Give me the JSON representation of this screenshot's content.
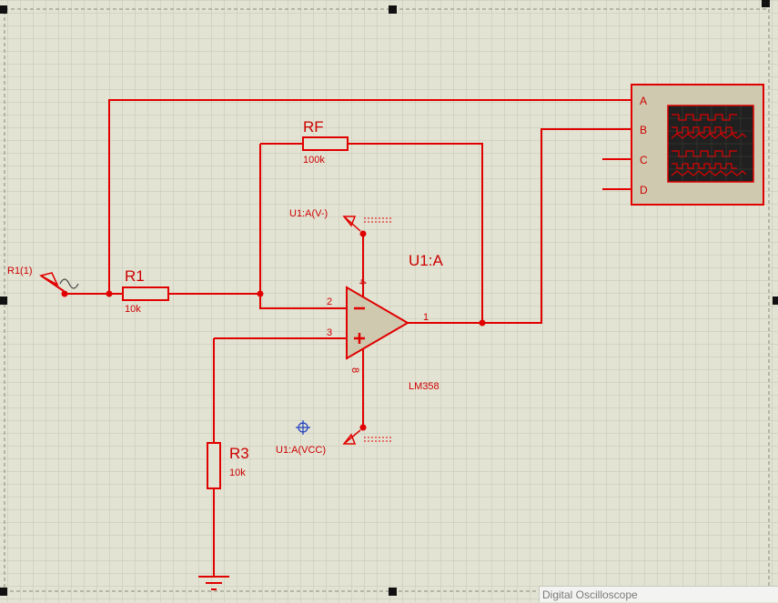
{
  "components": {
    "source": {
      "label": "R1(1)"
    },
    "r1": {
      "name": "R1",
      "value": "10k"
    },
    "rf": {
      "name": "RF",
      "value": "100k"
    },
    "r3": {
      "name": "R3",
      "value": "10k"
    },
    "opamp": {
      "name": "U1:A",
      "part": "LM358",
      "pins": {
        "inv": "2",
        "noninv": "3",
        "out": "1",
        "vminus": "4",
        "vplus": "8"
      }
    },
    "vminus_terminal": {
      "label": "U1:A(V-)"
    },
    "vcc_terminal": {
      "label": "U1:A(VCC)"
    },
    "oscilloscope": {
      "channels": [
        "A",
        "B",
        "C",
        "D"
      ]
    }
  },
  "statusbar": {
    "text": "Digital Oscilloscope"
  },
  "colors": {
    "wire": "#e00000",
    "background": "#e3e3d3",
    "grid": "#c6c6b4",
    "scope_body": "#cfc9b0",
    "scope_screen": "#202020"
  }
}
